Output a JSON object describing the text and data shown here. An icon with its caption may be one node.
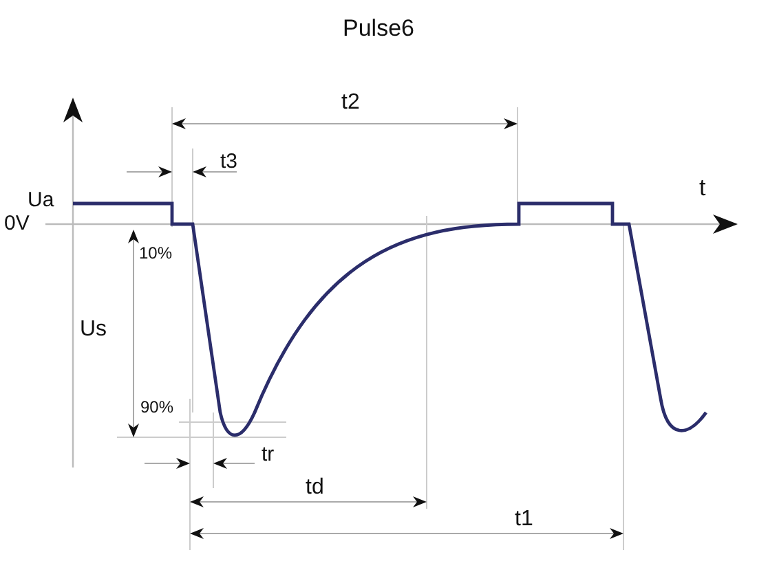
{
  "diagram": {
    "title": "Pulse6",
    "labels": [
      "t2",
      "t3",
      "Ua",
      "0V",
      "t",
      "10%",
      "Us",
      "90%",
      "tr",
      "td",
      "t1"
    ]
  }
}
